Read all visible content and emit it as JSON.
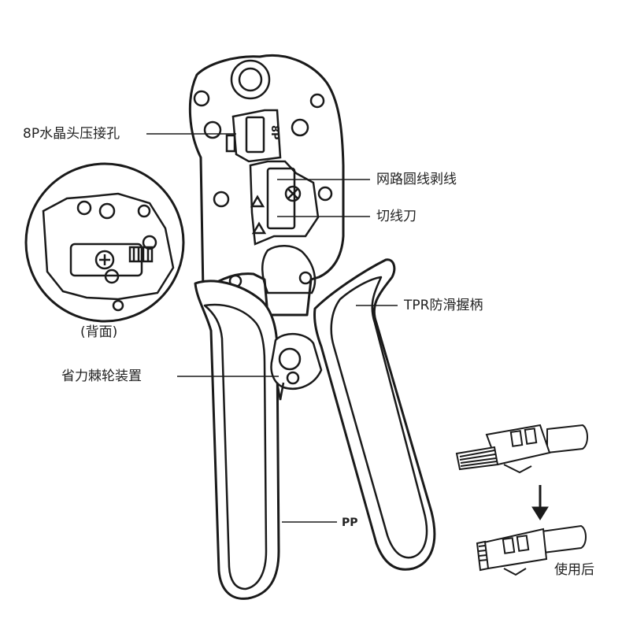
{
  "labels": {
    "crimp_8p": "8P水晶头压接孔",
    "strip_round": "网路圆线剥线",
    "cutter": "切线刀",
    "grip": "TPR防滑握柄",
    "ratchet": "省力棘轮装置",
    "pp": "PP",
    "back": "(背面)",
    "after_use": "使用后",
    "die_mark": "8P"
  },
  "colors": {
    "line": "#1a1a1a",
    "grip_fill": "#ffffff",
    "handle_fill": "#ffffff"
  }
}
